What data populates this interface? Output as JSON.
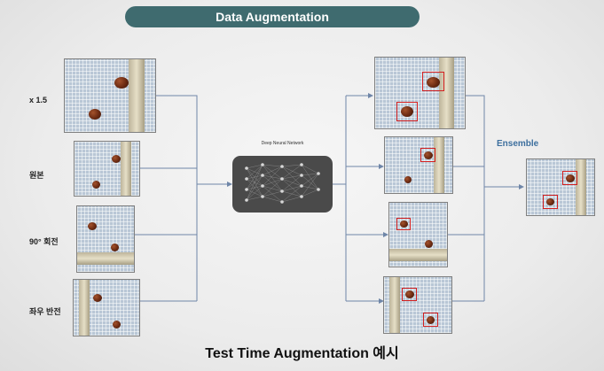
{
  "header": {
    "title": "Data Augmentation"
  },
  "inputs": [
    {
      "label": "x 1.5"
    },
    {
      "label": "원본"
    },
    {
      "label": "90° 회전"
    },
    {
      "label": "좌우 반전"
    }
  ],
  "model": {
    "label": "Deep Neural Network"
  },
  "ensemble": {
    "label": "Ensemble"
  },
  "footer": {
    "title": "Test Time Augmentation 예시"
  },
  "colors": {
    "header_bg": "#3f6b6f",
    "ensemble_text": "#3d6f9e",
    "bbox": "#d42020",
    "connector": "#6f86a8"
  }
}
